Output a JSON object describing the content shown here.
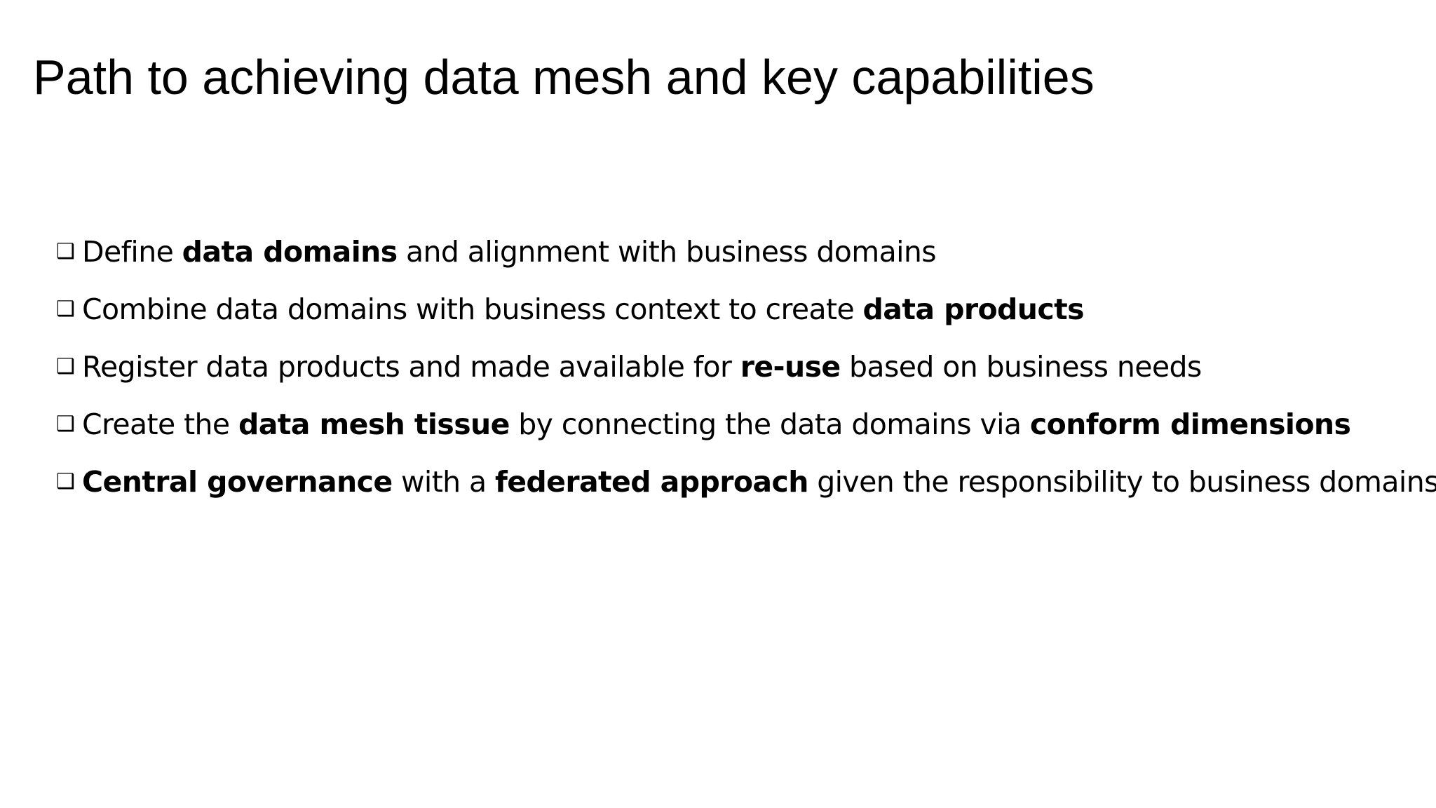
{
  "slide": {
    "title": "Path to achieving data mesh and key capabilities",
    "bullet_icon": "checkbox-shadow-icon",
    "bullet_glyph": "❑",
    "bullets": [
      {
        "segments": [
          {
            "text": "Define ",
            "bold": false
          },
          {
            "text": "data domains",
            "bold": true
          },
          {
            "text": " and alignment with business domains",
            "bold": false
          }
        ]
      },
      {
        "segments": [
          {
            "text": "Combine data domains with business context to create ",
            "bold": false
          },
          {
            "text": "data products",
            "bold": true
          }
        ]
      },
      {
        "segments": [
          {
            "text": "Register data products and made available for ",
            "bold": false
          },
          {
            "text": "re-use",
            "bold": true
          },
          {
            "text": " based on business needs",
            "bold": false
          }
        ]
      },
      {
        "segments": [
          {
            "text": "Create the ",
            "bold": false
          },
          {
            "text": "data mesh tissue",
            "bold": true
          },
          {
            "text": " by connecting the data domains via ",
            "bold": false
          },
          {
            "text": "conform dimensions",
            "bold": true
          }
        ]
      },
      {
        "segments": [
          {
            "text": "Central governance",
            "bold": true
          },
          {
            "text": " with a ",
            "bold": false
          },
          {
            "text": "federated approach",
            "bold": true
          },
          {
            "text": " given the responsibility to business domains",
            "bold": false
          }
        ]
      }
    ]
  }
}
